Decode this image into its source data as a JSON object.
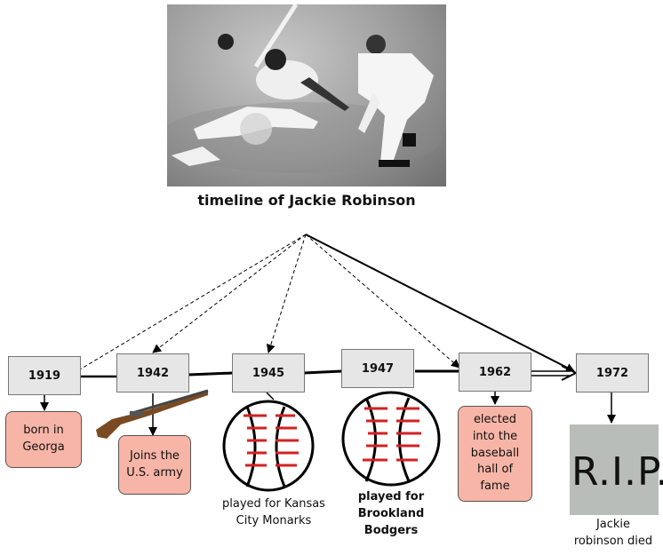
{
  "title": "timeline of Jackie Robinson",
  "years": [
    "1919",
    "1942",
    "1945",
    "1947",
    "1962",
    "1972"
  ],
  "notes": {
    "born": [
      "born in",
      "Georga"
    ],
    "army": [
      "Joins the",
      "U.S. army"
    ],
    "kansas": [
      "played for Kansas",
      "City Monarks"
    ],
    "brooklyn": [
      "played for",
      "Brookland",
      "Bodgers"
    ],
    "hall": [
      "elected",
      "into the",
      "baseball",
      "hall of",
      "fame"
    ],
    "died": [
      "Jackie",
      "robinson died"
    ]
  },
  "tombstone_text": "R.I.P.",
  "colors": {
    "note_fill": "#f7b5a7",
    "year_fill": "#e6e6e6",
    "stitch": "#d22222"
  }
}
